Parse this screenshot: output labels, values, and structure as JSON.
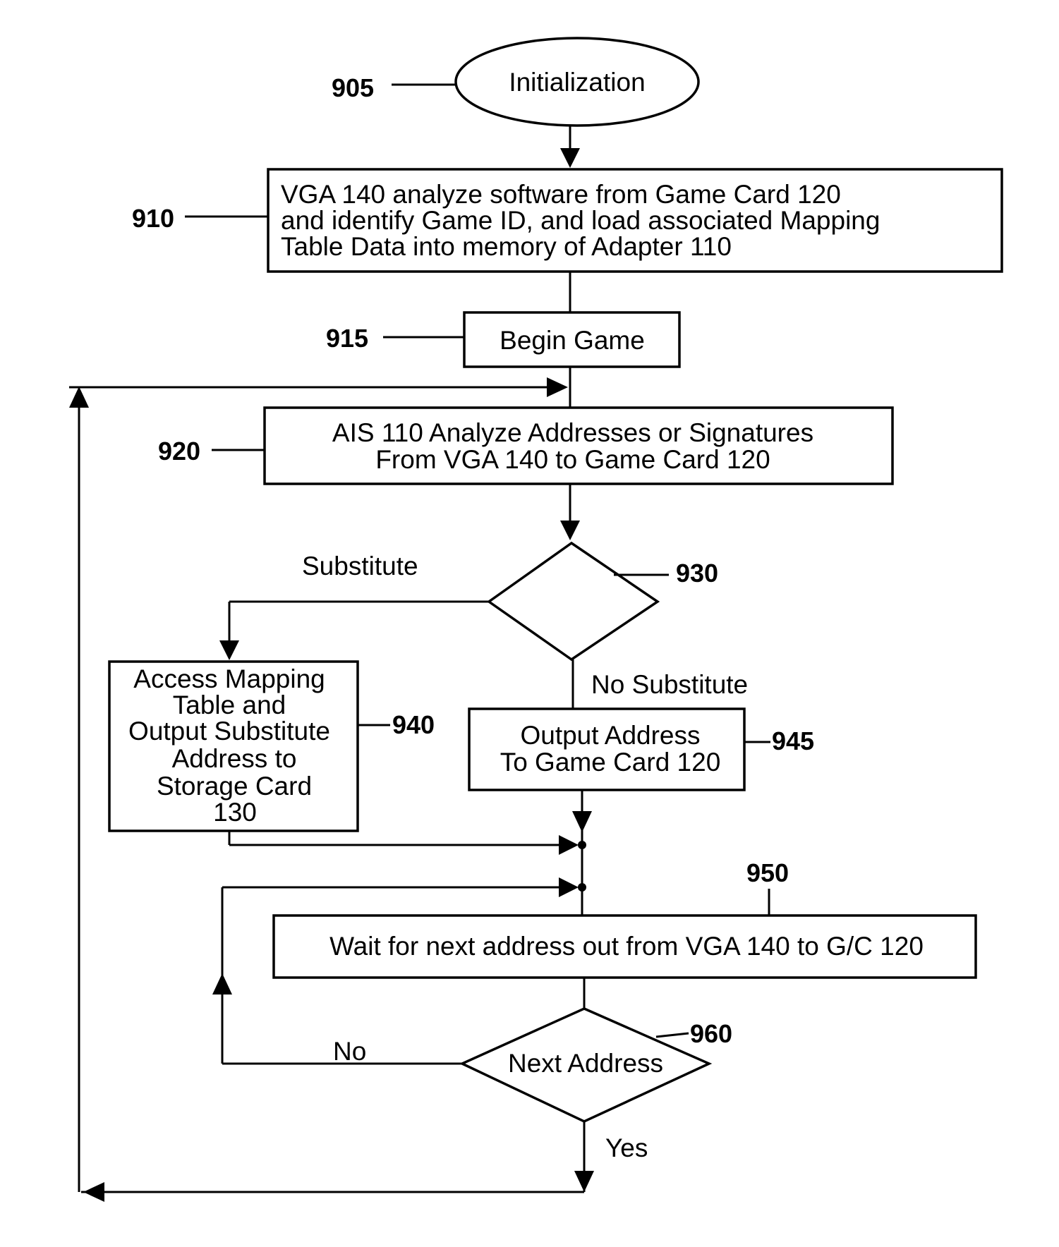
{
  "nodes": {
    "init": {
      "ref": "905",
      "label": "Initialization"
    },
    "analyze": {
      "ref": "910",
      "lines": [
        "VGA 140 analyze software from Game Card 120",
        "and identify Game ID, and load associated Mapping",
        "Table Data into memory of Adapter 110"
      ]
    },
    "begin": {
      "ref": "915",
      "label": "Begin Game"
    },
    "ais": {
      "ref": "920",
      "lines": [
        "AIS 110 Analyze Addresses or Signatures",
        "From VGA 140 to Game Card 120"
      ]
    },
    "decision1": {
      "ref": "930"
    },
    "access": {
      "ref": "940",
      "lines": [
        "Access Mapping",
        "Table and",
        "Output Substitute",
        "Address to",
        "Storage Card",
        "130"
      ]
    },
    "output": {
      "ref": "945",
      "lines": [
        "Output Address",
        "To Game Card 120"
      ]
    },
    "wait": {
      "ref": "950",
      "label": "Wait for next address out from VGA 140 to G/C 120"
    },
    "decision2": {
      "ref": "960",
      "label": "Next Address"
    }
  },
  "edge_labels": {
    "substitute": "Substitute",
    "no_substitute": "No Substitute",
    "no": "No",
    "yes": "Yes"
  }
}
